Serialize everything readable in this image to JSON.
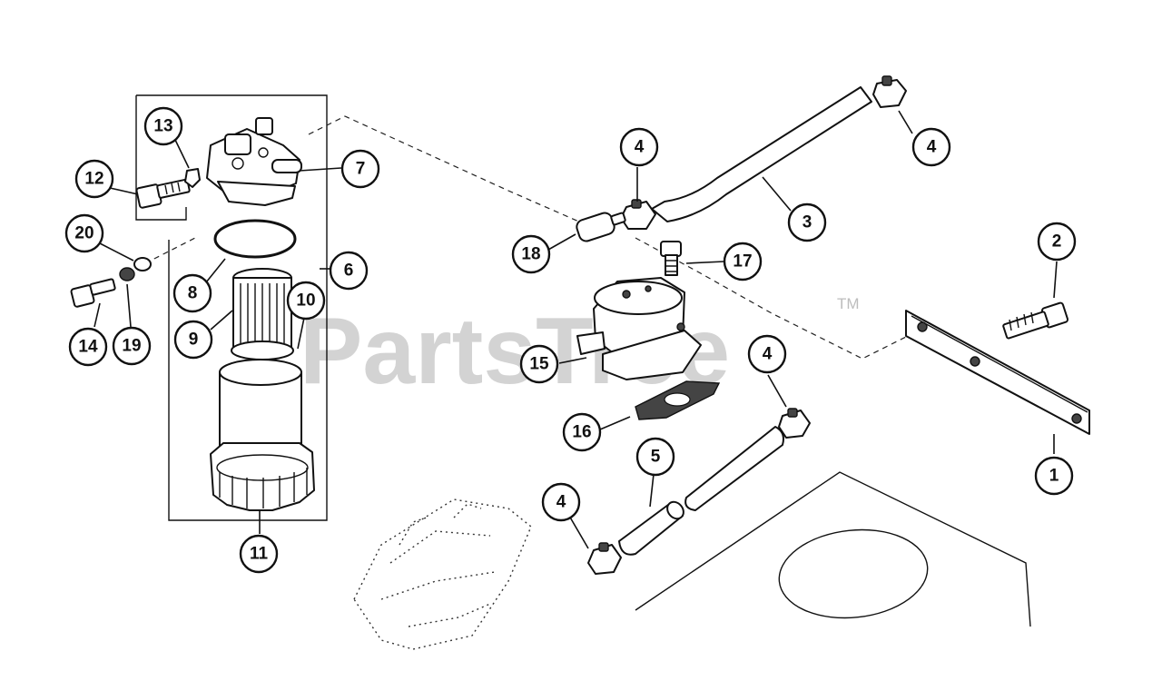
{
  "watermark": {
    "text": "PartsTree",
    "trademark": "TM"
  },
  "callouts": [
    {
      "label": "1"
    },
    {
      "label": "2"
    },
    {
      "label": "3"
    },
    {
      "label": "4"
    },
    {
      "label": "4"
    },
    {
      "label": "4"
    },
    {
      "label": "4"
    },
    {
      "label": "5"
    },
    {
      "label": "6"
    },
    {
      "label": "7"
    },
    {
      "label": "8"
    },
    {
      "label": "9"
    },
    {
      "label": "10"
    },
    {
      "label": "11"
    },
    {
      "label": "12"
    },
    {
      "label": "13"
    },
    {
      "label": "14"
    },
    {
      "label": "15"
    },
    {
      "label": "16"
    },
    {
      "label": "17"
    },
    {
      "label": "18"
    },
    {
      "label": "19"
    },
    {
      "label": "20"
    }
  ]
}
